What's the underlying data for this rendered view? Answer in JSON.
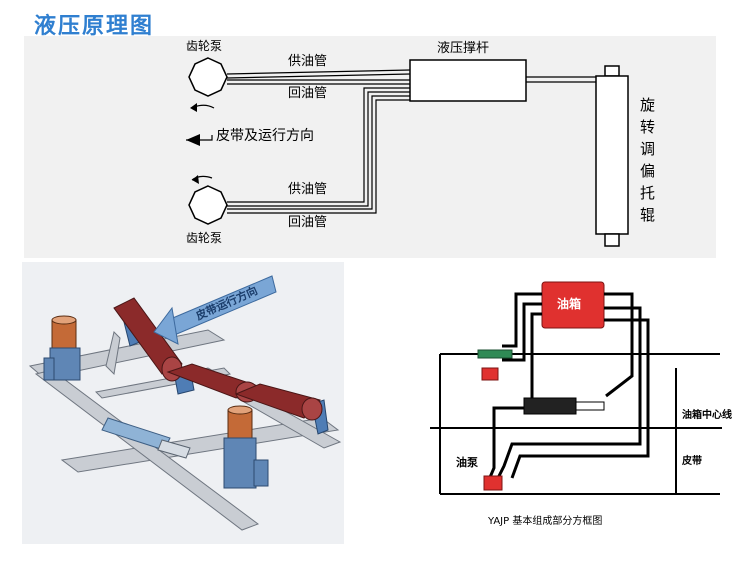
{
  "page": {
    "title": "液压原理图"
  },
  "schematic": {
    "pump_top_label": "齿轮泵",
    "pump_bottom_label": "齿轮泵",
    "supply_top": "供油管",
    "return_top": "回油管",
    "supply_bottom": "供油管",
    "return_bottom": "回油管",
    "cylinder_label": "液压撑杆",
    "belt_direction_label": "皮带及运行方向",
    "roller_chars": [
      "旋",
      "转",
      "调",
      "偏",
      "托",
      "辊"
    ]
  },
  "render": {
    "arrow_label": "皮带运行方向"
  },
  "block_diagram": {
    "oil_tank_label": "油箱",
    "centerline_label": "油箱中心线",
    "pump_label": "油泵",
    "belt_label": "皮带",
    "caption": "YAJP 基本组成部分方框图"
  },
  "colors": {
    "title": "#2f7fd0",
    "tank_red": "#e0312f",
    "roller_red": "#8b2a2a",
    "frame_gray": "#c9cdd3",
    "arrow_blue": "#7aa6d6",
    "hose_green": "#2f8a55"
  }
}
